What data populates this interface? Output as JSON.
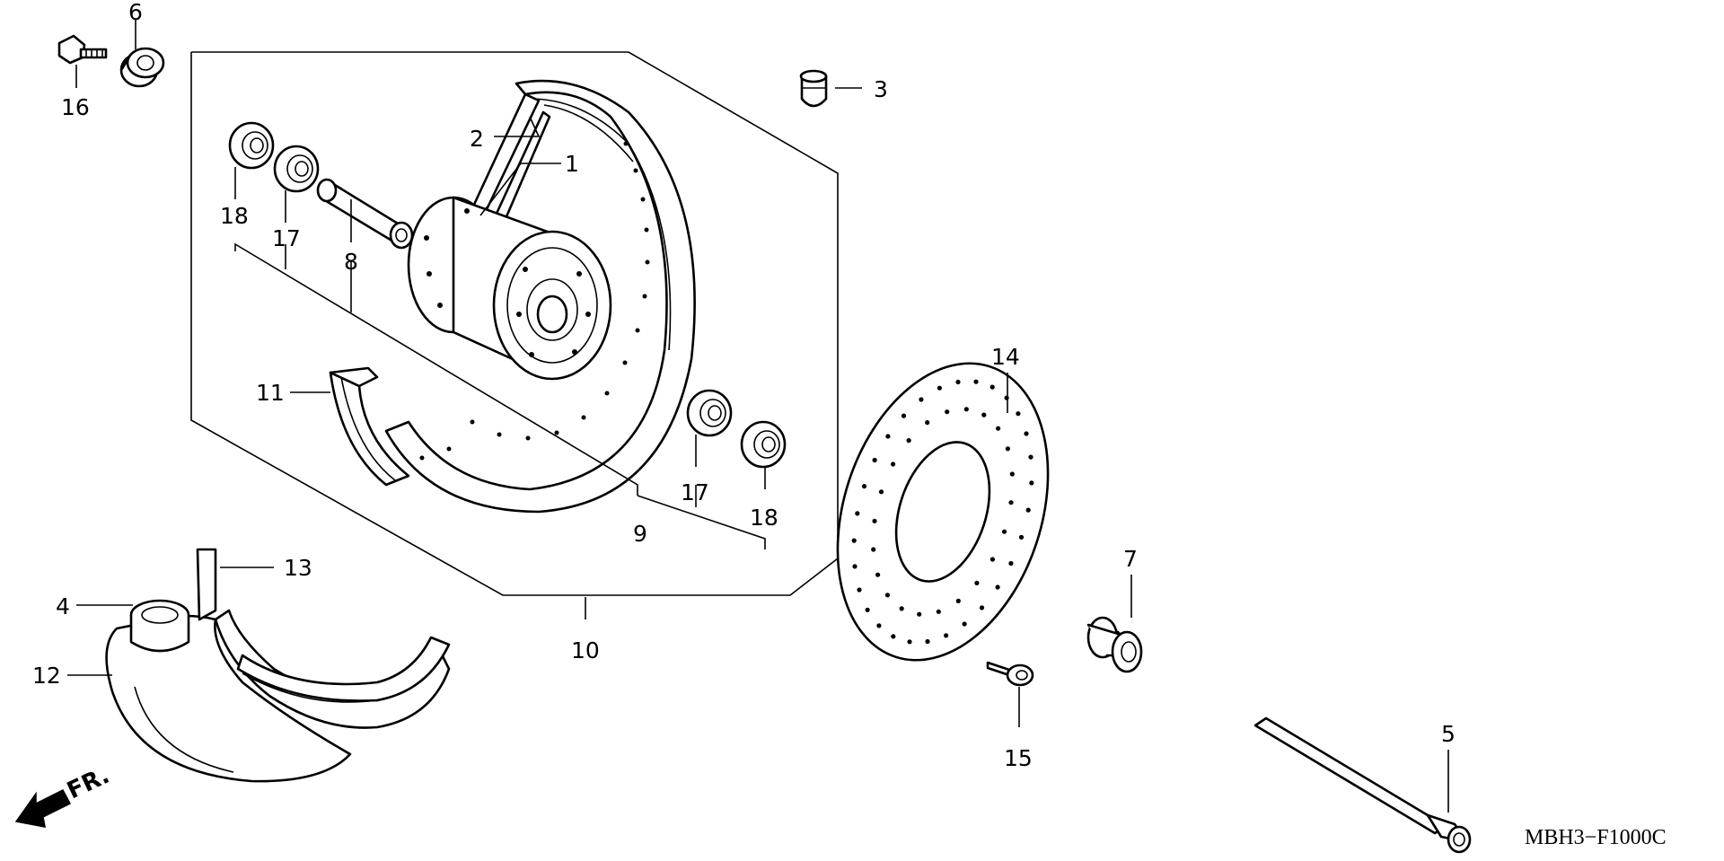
{
  "diagram": {
    "code": "MBH3−F1000C",
    "direction_label": "FR.",
    "callouts": [
      "1",
      "2",
      "3",
      "4",
      "5",
      "6",
      "7",
      "8",
      "9",
      "10",
      "11",
      "12",
      "13",
      "14",
      "15",
      "16",
      "17",
      "18",
      "17",
      "18"
    ]
  }
}
